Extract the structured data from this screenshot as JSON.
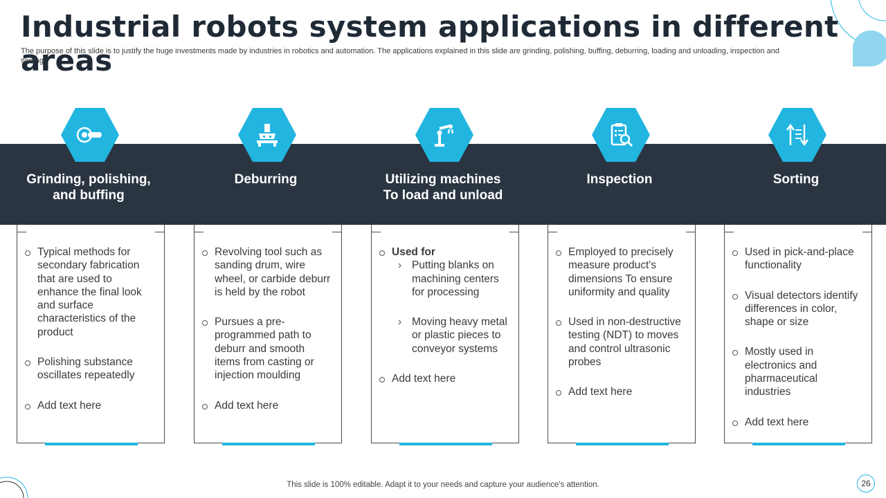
{
  "title": "Industrial robots system applications in different areas",
  "subtitle": "The purpose of this slide is to justify the huge investments made by industries in robotics and automation. The applications explained in this slide are grinding, polishing, buffing, deburring, loading and unloading, inspection and sorting.",
  "colors": {
    "accent": "#21b5e0",
    "band": "#2a3541",
    "title": "#1f2a36"
  },
  "columns": [
    {
      "icon": "angle-grinder-icon",
      "title_line1": "Grinding, polishing,",
      "title_line2": "and buffing",
      "items": [
        "Typical methods for secondary fabrication that are used to enhance the final look and surface characteristics of the product",
        "Polishing substance oscillates repeatedly",
        "Add text here"
      ]
    },
    {
      "icon": "deburring-machine-icon",
      "title_line1": "Deburring",
      "title_line2": "",
      "items": [
        "Revolving tool such as sanding drum, wire wheel, or carbide deburr is held by the robot",
        "Pursues a pre-programmed path to deburr and smooth items from casting or injection moulding",
        "Add text here"
      ]
    },
    {
      "icon": "robotic-arm-icon",
      "title_line1": "Utilizing machines",
      "title_line2": "To load and unload",
      "lead": "Used for",
      "sub_items": [
        "Putting blanks on machining centers for processing",
        "Moving heavy metal or plastic pieces to conveyor systems"
      ],
      "items": [
        "Add text here"
      ]
    },
    {
      "icon": "inspection-clipboard-icon",
      "title_line1": "Inspection",
      "title_line2": "",
      "items": [
        "Employed to precisely measure product's dimensions To ensure uniformity and quality",
        "Used in non-destructive testing (NDT) to moves and control ultrasonic probes",
        "Add text here"
      ]
    },
    {
      "icon": "sort-arrows-icon",
      "title_line1": "Sorting",
      "title_line2": "",
      "items": [
        "Used in pick-and-place functionality",
        "Visual detectors identify differences in color, shape or size",
        "Mostly used in electronics and pharmaceutical industries",
        "Add text here"
      ]
    }
  ],
  "footer": "This slide is 100% editable. Adapt it to your needs and capture your audience's attention.",
  "page_number": "26"
}
